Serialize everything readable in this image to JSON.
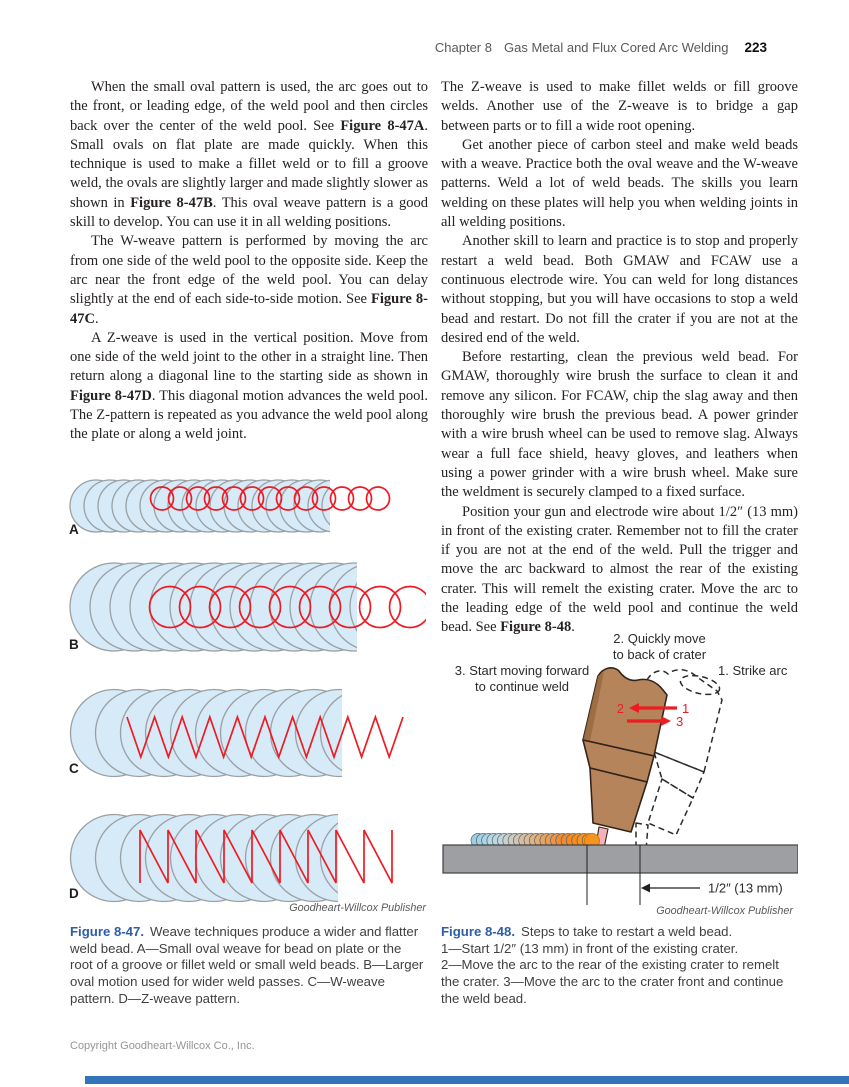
{
  "header": {
    "chapter": "Chapter 8",
    "title": "Gas Metal and Flux Cored Arc Welding",
    "page_number": "223"
  },
  "columns": {
    "left": {
      "paragraphs": [
        {
          "indent": true,
          "segments": [
            [
              "When the small oval pattern is used, the arc goes out to the front, or leading edge, of the weld pool and then circles back over the center of the weld pool. See ",
              0
            ],
            [
              "Figure 8-47A",
              1
            ],
            [
              ". Small ovals on flat plate are made quickly. When this technique is used to make a fillet weld or to fill a groove weld, the ovals are slightly larger and made slightly slower as shown in ",
              0
            ],
            [
              "Figure 8-47B",
              1
            ],
            [
              ". This oval weave pattern is a good skill to develop. You can use it in all welding positions.",
              0
            ]
          ]
        },
        {
          "indent": true,
          "segments": [
            [
              "The W-weave pattern is performed by moving the arc from one side of the weld pool to the opposite side. Keep the arc near the front edge of the weld pool. You can delay slightly at the end of each side-to-side motion. See ",
              0
            ],
            [
              "Figure 8-47C",
              1
            ],
            [
              ".",
              0
            ]
          ]
        },
        {
          "indent": true,
          "segments": [
            [
              "A Z-weave is used in the vertical position. Move from one side of the weld joint to the other in a straight line. Then return along a diagonal line to the starting side as shown in ",
              0
            ],
            [
              "Figure 8-47D",
              1
            ],
            [
              ". This diagonal motion advances the weld pool. The Z-pattern is repeated as you advance the weld pool along the plate or along a weld joint.",
              0
            ]
          ]
        }
      ]
    },
    "right": {
      "paragraphs": [
        {
          "indent": false,
          "segments": [
            [
              "The Z-weave is used to make fillet welds or fill groove welds. Another use of the Z-weave is to bridge a gap between parts or to fill a wide root opening.",
              0
            ]
          ]
        },
        {
          "indent": true,
          "segments": [
            [
              "Get another piece of carbon steel and make weld beads with a weave. Practice both the oval weave and the W-weave patterns. Weld a lot of weld beads. The skills you learn welding on these plates will help you when welding joints in all welding positions.",
              0
            ]
          ]
        },
        {
          "indent": true,
          "segments": [
            [
              "Another skill to learn and practice is to stop and properly restart a weld bead. Both GMAW and FCAW use a continuous electrode wire. You can weld for long distances without stopping, but you will have occasions to stop a weld bead and restart. Do not fill the crater if you are not at the desired end of the weld.",
              0
            ]
          ]
        },
        {
          "indent": true,
          "segments": [
            [
              "Before restarting, clean the previous weld bead. For GMAW, thoroughly wire brush the surface to clean it and remove any silicon. For FCAW, chip the slag away and then thoroughly wire brush the previous bead. A power grinder with a wire brush wheel can be used to remove slag. Always wear a full face shield, heavy gloves, and leathers when using a power grinder with a wire brush wheel. Make sure the weldment is securely clamped to a fixed surface.",
              0
            ]
          ]
        },
        {
          "indent": true,
          "segments": [
            [
              "Position your gun and electrode wire about 1/2″ (13 mm) in front of the existing crater. Remember not to fill the crater if you are not at the end of the weld. Pull the trigger and move the arc backward to almost the rear of the existing crater. This will remelt the existing crater. Move the arc to the leading edge of the weld pool and continue the weld bead. See ",
              0
            ],
            [
              "Figure 8-48",
              1
            ],
            [
              ".",
              0
            ]
          ]
        }
      ]
    }
  },
  "figure47": {
    "labels": [
      "A",
      "B",
      "C",
      "D"
    ],
    "credit": "Goodheart-Willcox Publisher",
    "caption_label": "Figure 8-47.",
    "caption": "Weave techniques produce a wider and flatter weld bead. A—Small oval weave for bead on plate or the root of a groove or fillet weld or small weld beads. B—Larger oval motion used for wider weld passes. C—W-weave pattern. D—Z-weave pattern."
  },
  "figure48": {
    "note_back": "2. Quickly move\nto back of crater",
    "note_forward": "3. Start moving forward\nto continue weld",
    "note_strike": "1. Strike arc",
    "step_numbers": [
      "1",
      "2",
      "3"
    ],
    "dimension": "1/2″ (13 mm)",
    "credit": "Goodheart-Willcox Publisher",
    "caption_label": "Figure 8-48.",
    "caption": "Steps to take to restart a weld bead.\n1—Start 1/2″ (13 mm) in front of the existing crater.\n2—Move the arc to the rear of the existing crater to remelt the crater. 3—Move the arc to the crater front and continue the weld bead.",
    "bead_colors": [
      "#9fcfe4",
      "#a4d2e6",
      "#abd5e7",
      "#b3d8e6",
      "#bcd9e2",
      "#c3d5d8",
      "#c9d2cf",
      "#cdccc2",
      "#d2c6b3",
      "#d6c0a4",
      "#dabb96",
      "#ddb488",
      "#e0ad79",
      "#e4a569",
      "#e89c58",
      "#ec9447",
      "#ef8c38",
      "#f28a2d",
      "#f48c24",
      "#f68e1e",
      "#f7931e",
      "#f89a1c"
    ]
  },
  "footer": {
    "copyright": "Copyright Goodheart-Willcox Co., Inc."
  },
  "colors": {
    "accent_blue": "#2d5da9",
    "pattern_red": "#ed1c24",
    "bead_fill": "#d6eaf7",
    "bead_outline": "#9aa0a4",
    "plate_gray": "#9d9fa2",
    "gun_brown": "#b5845b",
    "electrode_pink": "#f2b3b8",
    "molten_orange": "#f7941d",
    "bottom_bar_blue": "#3273b9",
    "header_gray": "#58595b"
  }
}
